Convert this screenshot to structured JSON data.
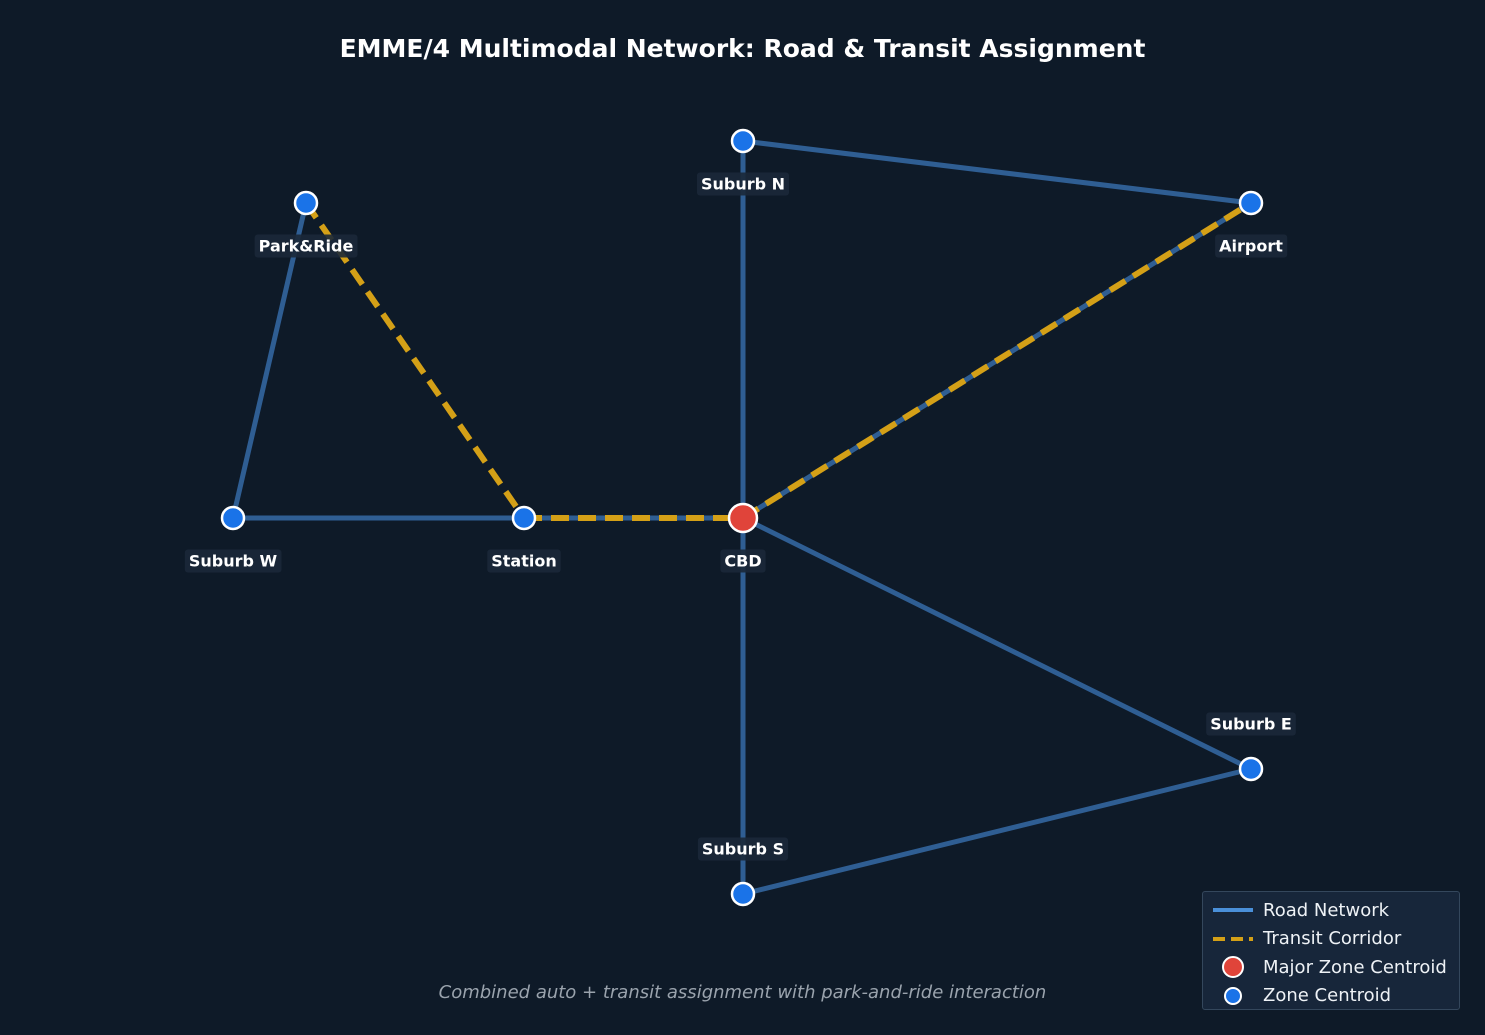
{
  "title": "EMME/4 Multimodal Network: Road & Transit Assignment",
  "subtitle": "Combined auto + transit assignment with park-and-ride interaction",
  "colors": {
    "background": "#0e1a28",
    "road": "#2f5e93",
    "transit": "#d4a017",
    "zone_node": "#1a73e8",
    "major_node": "#e0443a",
    "node_outline": "#ffffff",
    "label_bg": "#1b2838",
    "label_text": "#ffffff"
  },
  "nodes": [
    {
      "id": "parkride",
      "label": "Park&Ride",
      "type": "zone"
    },
    {
      "id": "suburbw",
      "label": "Suburb W",
      "type": "zone"
    },
    {
      "id": "station",
      "label": "Station",
      "type": "zone"
    },
    {
      "id": "cbd",
      "label": "CBD",
      "type": "major"
    },
    {
      "id": "suburbn",
      "label": "Suburb N",
      "type": "zone"
    },
    {
      "id": "airport",
      "label": "Airport",
      "type": "zone"
    },
    {
      "id": "suburbe",
      "label": "Suburb E",
      "type": "zone"
    },
    {
      "id": "suburbs",
      "label": "Suburb S",
      "type": "zone"
    }
  ],
  "edges": [
    {
      "from": "suburbw",
      "to": "parkride",
      "mode": "road"
    },
    {
      "from": "suburbw",
      "to": "station",
      "mode": "road"
    },
    {
      "from": "station",
      "to": "cbd",
      "mode": "road"
    },
    {
      "from": "cbd",
      "to": "suburbn",
      "mode": "road"
    },
    {
      "from": "suburbn",
      "to": "airport",
      "mode": "road"
    },
    {
      "from": "cbd",
      "to": "airport",
      "mode": "road"
    },
    {
      "from": "cbd",
      "to": "suburbe",
      "mode": "road"
    },
    {
      "from": "cbd",
      "to": "suburbs",
      "mode": "road"
    },
    {
      "from": "suburbs",
      "to": "suburbe",
      "mode": "road"
    },
    {
      "from": "parkride",
      "to": "station",
      "mode": "transit"
    },
    {
      "from": "station",
      "to": "cbd",
      "mode": "transit"
    },
    {
      "from": "cbd",
      "to": "airport",
      "mode": "transit"
    }
  ],
  "legend": [
    {
      "key": "road",
      "label": "Road Network"
    },
    {
      "key": "transit",
      "label": "Transit Corridor"
    },
    {
      "key": "major",
      "label": "Major Zone Centroid"
    },
    {
      "key": "zone",
      "label": "Zone Centroid"
    }
  ]
}
